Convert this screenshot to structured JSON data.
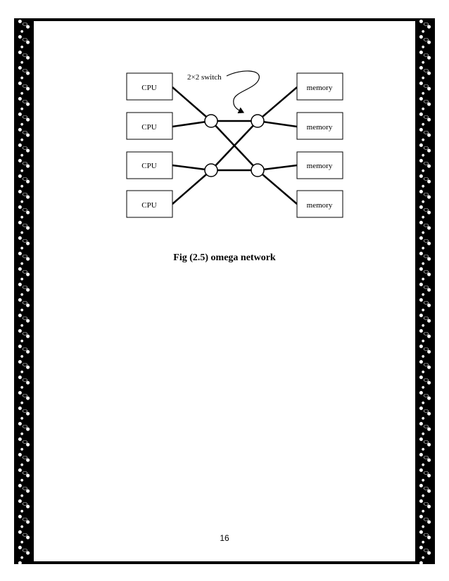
{
  "diagram": {
    "annotation": "2×2 switch",
    "cpus": [
      "CPU",
      "CPU",
      "CPU",
      "CPU"
    ],
    "memories": [
      "memory",
      "memory",
      "memory",
      "memory"
    ]
  },
  "caption": "Fig (2.5) omega network",
  "page_number": "16",
  "colors": {
    "ink": "#000000",
    "paper": "#ffffff"
  }
}
